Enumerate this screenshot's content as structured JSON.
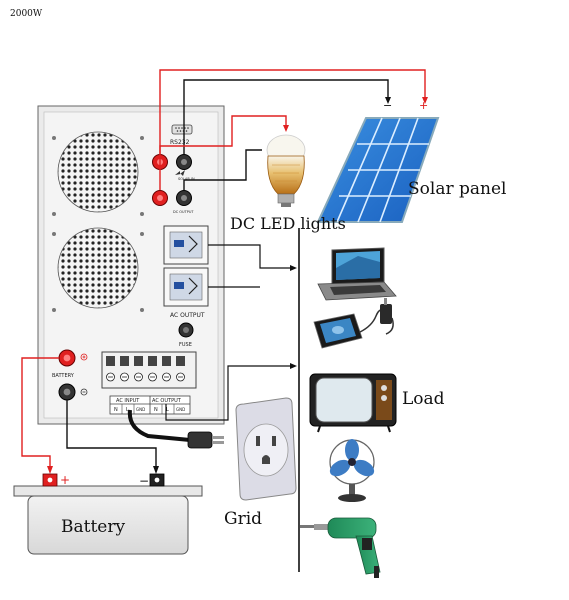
{
  "diagram": {
    "model": "2000W",
    "labels": {
      "solar_panel": "Solar panel",
      "dc_led_lights": "DC LED lights",
      "load": "Load",
      "grid": "Grid",
      "battery": "Battery"
    },
    "terminals": {
      "plus": "+",
      "minus": "−"
    },
    "inverter": {
      "rs232": "RS232",
      "ac_output": "AC OUTPUT",
      "fuse": "FUSE",
      "battery": "BATTERY",
      "ac_input_block": "AC INPUT",
      "ac_output_block": "AC OUTPUT",
      "n": "N",
      "l": "L",
      "gnd": "GND",
      "solar_in": "SOLAR IN",
      "dc_output": "DC OUTPUT"
    },
    "wire_colors": {
      "positive": "#e02020",
      "negative": "#111111"
    }
  }
}
